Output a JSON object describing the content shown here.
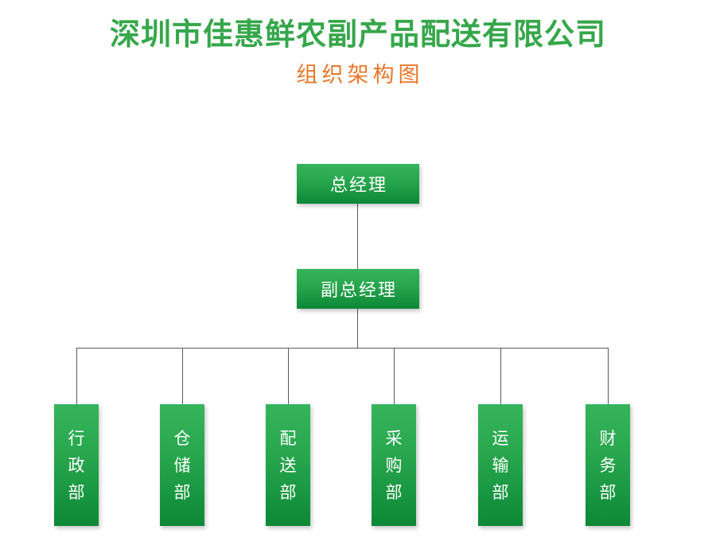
{
  "document": {
    "title": "深圳市佳惠鲜农副产品配送有限公司",
    "subtitle": "组织架构图"
  },
  "colors": {
    "title_green": "#36a74b",
    "subtitle_orange": "#e8772a",
    "node_green_top": "#35b45c",
    "node_green_bottom": "#0c8836",
    "connector_gray": "#5a5a5a",
    "background": "#ffffff",
    "node_text": "#ffffff"
  },
  "chart_data": {
    "type": "diagram",
    "diagram_type": "organization-chart",
    "title": "深圳市佳惠鲜农副产品配送有限公司",
    "subtitle": "组织架构图",
    "orientation": "top-down",
    "levels": 3,
    "nodes": [
      {
        "id": "gm",
        "label": "总经理",
        "level": 1,
        "parent": null,
        "orientation": "horizontal"
      },
      {
        "id": "dgm",
        "label": "副总经理",
        "level": 2,
        "parent": "gm",
        "orientation": "horizontal"
      },
      {
        "id": "dep1",
        "label": "行政部",
        "level": 3,
        "parent": "dgm",
        "orientation": "vertical"
      },
      {
        "id": "dep2",
        "label": "仓储部",
        "level": 3,
        "parent": "dgm",
        "orientation": "vertical"
      },
      {
        "id": "dep3",
        "label": "配送部",
        "level": 3,
        "parent": "dgm",
        "orientation": "vertical"
      },
      {
        "id": "dep4",
        "label": "采购部",
        "level": 3,
        "parent": "dgm",
        "orientation": "vertical"
      },
      {
        "id": "dep5",
        "label": "运输部",
        "level": 3,
        "parent": "dgm",
        "orientation": "vertical"
      },
      {
        "id": "dep6",
        "label": "财务部",
        "level": 3,
        "parent": "dgm",
        "orientation": "vertical"
      }
    ],
    "edges": [
      {
        "from": "gm",
        "to": "dgm"
      },
      {
        "from": "dgm",
        "to": "dep1"
      },
      {
        "from": "dgm",
        "to": "dep2"
      },
      {
        "from": "dgm",
        "to": "dep3"
      },
      {
        "from": "dgm",
        "to": "dep4"
      },
      {
        "from": "dgm",
        "to": "dep5"
      },
      {
        "from": "dgm",
        "to": "dep6"
      }
    ]
  },
  "executives": [
    {
      "label": "总经理"
    },
    {
      "label": "副总经理"
    }
  ],
  "departments": [
    {
      "label": "行政部",
      "chars": [
        "行",
        "政",
        "部"
      ]
    },
    {
      "label": "仓储部",
      "chars": [
        "仓",
        "储",
        "部"
      ]
    },
    {
      "label": "配送部",
      "chars": [
        "配",
        "送",
        "部"
      ]
    },
    {
      "label": "采购部",
      "chars": [
        "采",
        "购",
        "部"
      ]
    },
    {
      "label": "运输部",
      "chars": [
        "运",
        "输",
        "部"
      ]
    },
    {
      "label": "财务部",
      "chars": [
        "财",
        "务",
        "部"
      ]
    }
  ]
}
